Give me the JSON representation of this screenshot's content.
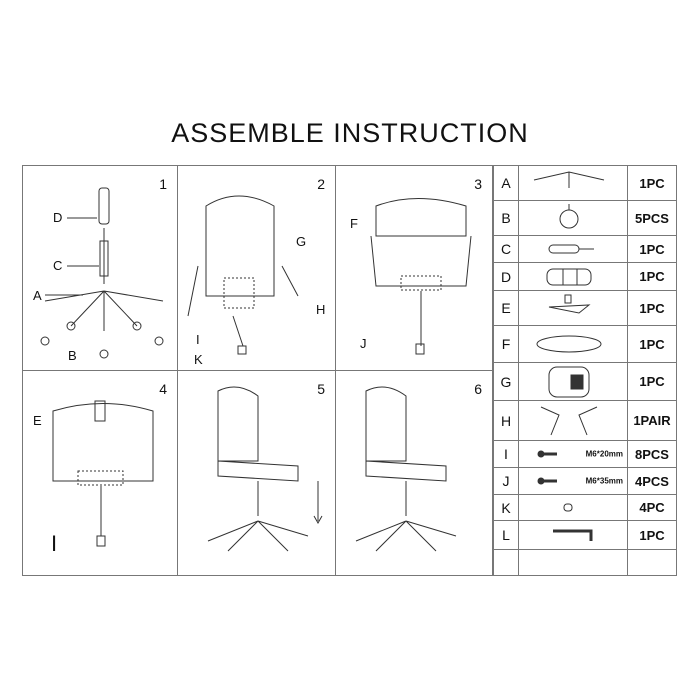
{
  "title": "ASSEMBLE INSTRUCTION",
  "steps": [
    {
      "number": "1",
      "labels": [
        "D",
        "C",
        "A",
        "B"
      ]
    },
    {
      "number": "2",
      "labels": [
        "G",
        "H",
        "I",
        "K"
      ]
    },
    {
      "number": "3",
      "labels": [
        "F",
        "J"
      ]
    },
    {
      "number": "4",
      "labels": [
        "E",
        "I"
      ]
    },
    {
      "number": "5",
      "labels": []
    },
    {
      "number": "6",
      "labels": []
    }
  ],
  "parts": [
    {
      "letter": "A",
      "icon": "star-base-icon",
      "qty": "1PC"
    },
    {
      "letter": "B",
      "icon": "caster-wheel-icon",
      "qty": "5PCS"
    },
    {
      "letter": "C",
      "icon": "gas-lift-icon",
      "qty": "1PC"
    },
    {
      "letter": "D",
      "icon": "lift-cover-icon",
      "qty": "1PC"
    },
    {
      "letter": "E",
      "icon": "mechanism-icon",
      "qty": "1PC"
    },
    {
      "letter": "F",
      "icon": "seat-icon",
      "qty": "1PC"
    },
    {
      "letter": "G",
      "icon": "backrest-icon",
      "qty": "1PC"
    },
    {
      "letter": "H",
      "icon": "armrests-icon",
      "qty": "1PAIR"
    },
    {
      "letter": "I",
      "icon": "bolt-icon",
      "spec": "M6*20mm",
      "qty": "8PCS"
    },
    {
      "letter": "J",
      "icon": "bolt-icon",
      "spec": "M6*35mm",
      "qty": "4PCS"
    },
    {
      "letter": "K",
      "icon": "washer-icon",
      "qty": "4PC"
    },
    {
      "letter": "L",
      "icon": "allen-key-icon",
      "qty": "1PC"
    }
  ]
}
